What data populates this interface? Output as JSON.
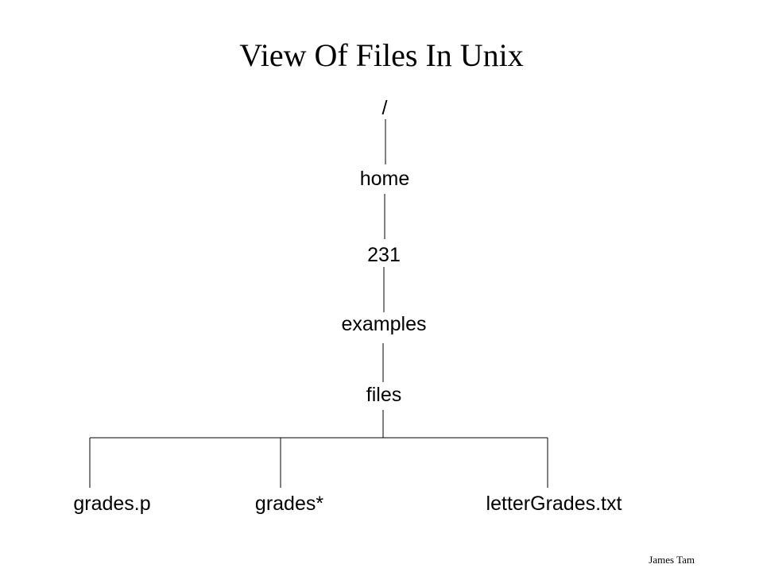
{
  "title": "View Of Files In Unix",
  "tree": {
    "root": "/",
    "home": "home",
    "dir_231": "231",
    "examples": "examples",
    "files": "files",
    "leaves": [
      "grades.p",
      "grades*",
      "letterGrades.txt"
    ]
  },
  "author": "James Tam",
  "colors": {
    "background": "#ffffff",
    "text": "#000000",
    "line": "#000000"
  }
}
